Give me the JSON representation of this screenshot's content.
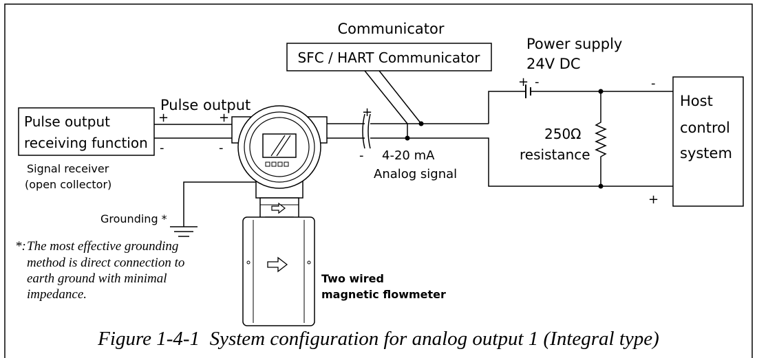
{
  "communicator": {
    "heading": "Communicator",
    "box_label": "SFC / HART Communicator"
  },
  "power_supply": {
    "line1": "Power supply",
    "line2": "24V DC",
    "plus": "+",
    "minus": "-"
  },
  "pulse_receiver": {
    "box_line1": "Pulse output",
    "box_line2": "receiving function",
    "sub_line1": "Signal receiver",
    "sub_line2": "(open collector)"
  },
  "pulse_output": {
    "label": "Pulse output",
    "plus_left": "+",
    "plus_right": "+",
    "minus_left": "-",
    "minus_right": "-"
  },
  "analog_signal": {
    "plus": "+",
    "minus": "-",
    "line1": "4-20 mA",
    "line2": "Analog signal"
  },
  "resistor": {
    "value": "250Ω",
    "label": "resistance"
  },
  "host": {
    "line1": "Host",
    "line2": "control",
    "line3": "system",
    "minus": "-",
    "plus": "+"
  },
  "grounding": {
    "label": "Grounding *"
  },
  "footnote": {
    "star": "*:",
    "line1": "The most effective grounding",
    "line2": "method is direct connection to",
    "line3": "earth ground with minimal",
    "line4": "impedance."
  },
  "flowmeter": {
    "line1": "Two wired",
    "line2": "magnetic flowmeter"
  },
  "caption": "Figure 1-4-1  System configuration for analog output 1 (Integral type)"
}
